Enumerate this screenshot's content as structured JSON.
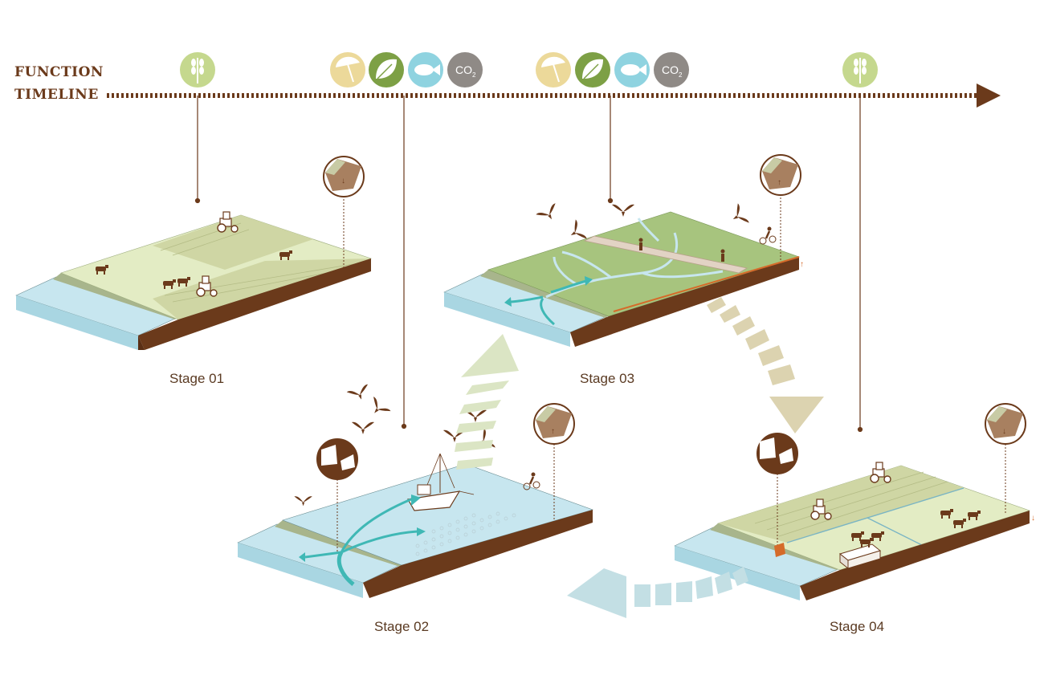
{
  "timeline": {
    "title_line1": "FUNCTION",
    "title_line2": "TIMELINE"
  },
  "stages": [
    {
      "label": "Stage 01"
    },
    {
      "label": "Stage 02"
    },
    {
      "label": "Stage 03"
    },
    {
      "label": "Stage 04"
    }
  ],
  "icons": {
    "co2_text": "CO",
    "co2_sub": "2"
  },
  "colors": {
    "brown": "#6b3a1b",
    "water": "#c7e6ef",
    "field": "#e3ecc4",
    "marsh": "#a7c47e",
    "teal": "#3fb8b5",
    "wheat_icon": "#c5d88e",
    "umbrella_icon": "#ecd99a",
    "leaf_icon": "#7da045",
    "fish_icon": "#8fd3e0",
    "co2_icon": "#8f8a86",
    "arrow_tan": "#dcd3b0",
    "arrow_green": "#dbe5c4",
    "arrow_blue": "#c3dfe4"
  }
}
